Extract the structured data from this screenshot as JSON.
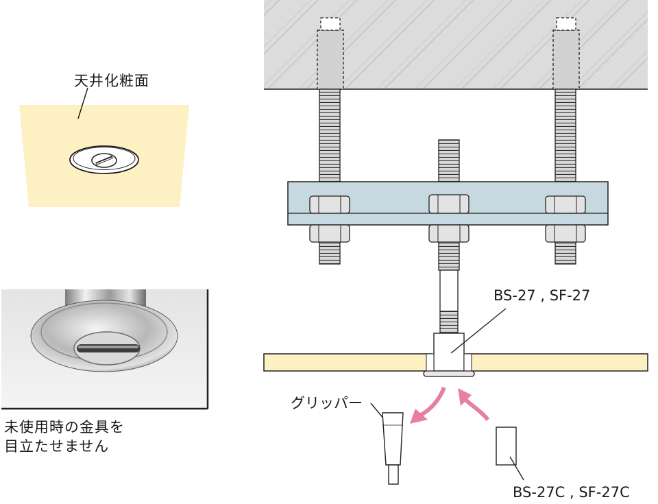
{
  "labels": {
    "ceiling_finish": "天井化粧面",
    "note_line1": "未使用時の金具を",
    "note_line2": "目立たせません",
    "fitting_main": "BS-27 , SF-27",
    "gripper": "グリッパー",
    "fitting_cap": "BS-27C , SF-27C"
  },
  "colors": {
    "ceiling_panel": "#fdf0c2",
    "slab": "#dcdcdc",
    "channel": "#c6d8e0",
    "bolt": "#d9d9d9",
    "arrow": "#e77fa5",
    "line": "#231f20"
  }
}
